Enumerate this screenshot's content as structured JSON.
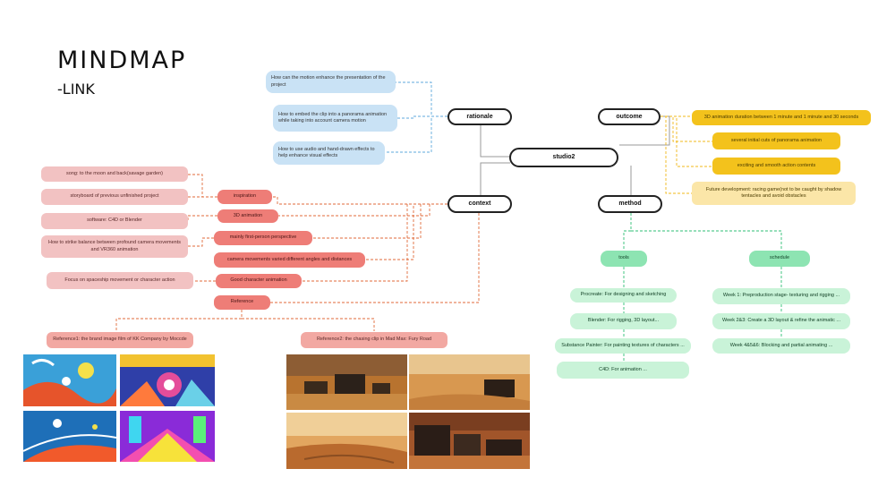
{
  "header": {
    "title": "MINDMAP",
    "subtitle": "-LINK"
  },
  "hubs": {
    "studio2": "studio2",
    "rationale": "rationale",
    "outcome": "outcome",
    "context": "context",
    "method": "method"
  },
  "rationale_items": [
    "How can the motion  enhance the presentation of the project",
    "How to embed the clip into a panorama animation while taking into account camera motion",
    "How to use audio and hand-drawn effects to help enhance visual effects"
  ],
  "outcome_items": [
    "3D animation  duration between 1 minute and 1 minute and 30 seconds",
    "several initial cuts of panorama animation",
    "exciting and smooth action contents",
    "Future development: racing game(not to be caught by shadow tentacles and avoid obstacles"
  ],
  "context_left_items": [
    "song: to the moon and back(savage garden)",
    "storyboard of previous unfinished project",
    "software: C4D or Blender",
    "How to strike balance between profound camera movements and VR360 animation",
    "Focus on spaceship movement or character action"
  ],
  "context_red_items": [
    "inspiration",
    "3D animation",
    "mainly first-person perspective",
    "camera movements varied different angles and distances",
    "Good character animation",
    "Reference"
  ],
  "references": [
    "Reference1: the brand image film of KK Company by Moccde",
    "Reference2: the chasing clip in Mad Max: Fury Road"
  ],
  "method_branches": {
    "tools": "tools",
    "schedule": "schedule"
  },
  "tools_items": [
    "Procreate: For designing and sketching",
    "Blender: For rigging, 3D layout...",
    "Substance Painter: For painting textures of characters   ...",
    "C4D: For animation    ..."
  ],
  "schedule_items": [
    "Week 1: Preproduction stage- texturing and rigging     ...",
    "Week 2&3:  Create a 3D layout & refine the animatic   ...",
    "Week 4&5&6: Blocking and partial animating     ..."
  ],
  "colors": {
    "rationale_link": "#5fa9dc",
    "outcome_link": "#f0b81a",
    "context_link": "#e06a3a",
    "method_link": "#2fbf74",
    "hub_link": "#999999"
  }
}
